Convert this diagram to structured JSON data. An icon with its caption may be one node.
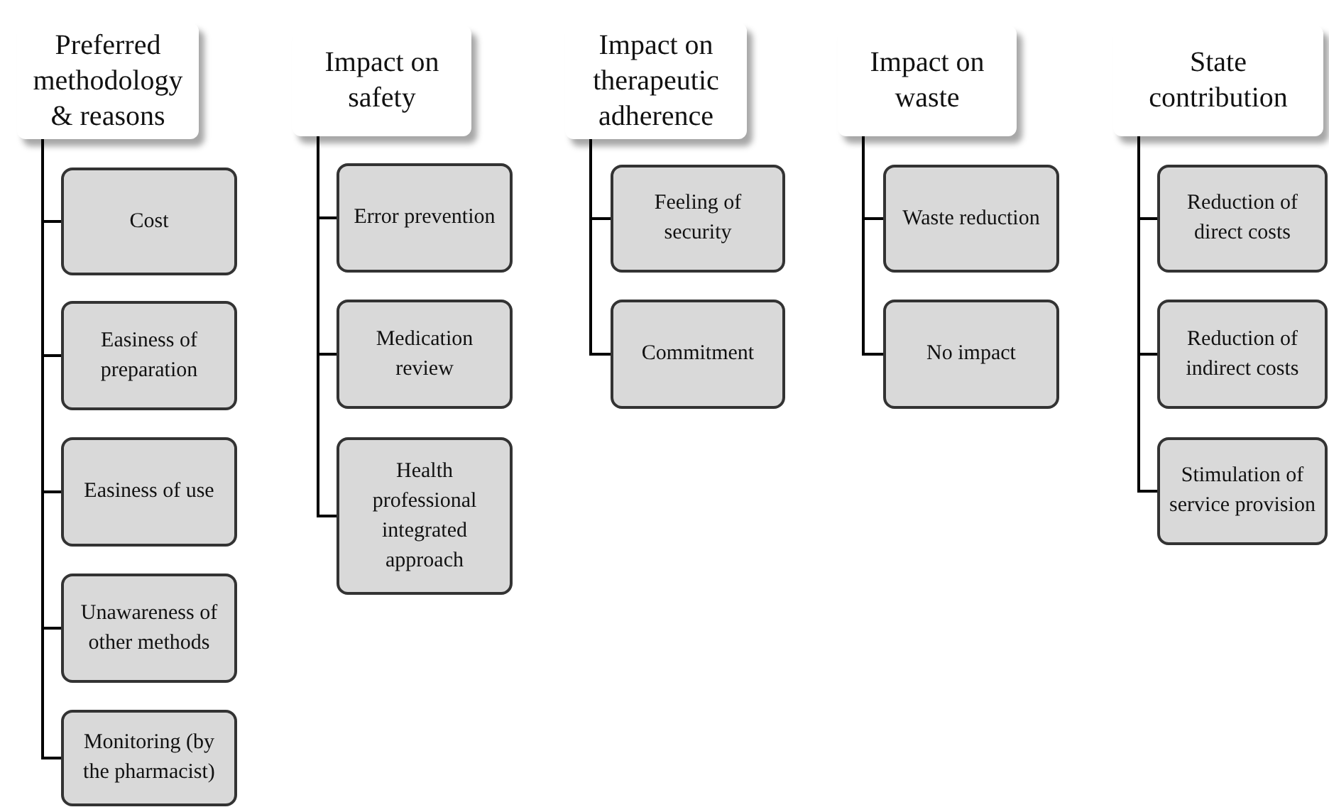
{
  "diagram": {
    "nodes": [
      {
        "text": [
          "Preferred methodology & reasons"
        ]
      },
      {
        "text": [
          "Cost"
        ]
      },
      {
        "text": [
          "Easiness of preparation"
        ]
      },
      {
        "text": [
          "Easiness of use"
        ]
      },
      {
        "text": [
          "Unawareness of other methods"
        ]
      },
      {
        "text": [
          "Monitoring (by the pharmacist)"
        ]
      },
      {
        "text": [
          "Impact on safety"
        ]
      },
      {
        "text": [
          "Error prevention"
        ]
      },
      {
        "text": [
          "Medication review"
        ]
      },
      {
        "text": [
          "Health professional integrated approach"
        ]
      },
      {
        "text": [
          "Impact on therapeutic adherence"
        ]
      },
      {
        "text": [
          "Feeling of security"
        ]
      },
      {
        "text": [
          "Commitment"
        ]
      },
      {
        "text": [
          "Impact on waste"
        ]
      },
      {
        "text": [
          "Waste reduction"
        ]
      },
      {
        "text": [
          "No impact"
        ]
      },
      {
        "text": [
          "State contribution"
        ]
      },
      {
        "text": [
          "Reduction of direct costs"
        ]
      },
      {
        "text": [
          "Reduction of indirect costs"
        ]
      },
      {
        "text": [
          "Stimulation of service provision"
        ]
      }
    ],
    "edges": [
      {
        "from": 0,
        "to": 1,
        "arrow": "none"
      },
      {
        "from": 0,
        "to": 2,
        "arrow": "none"
      },
      {
        "from": 0,
        "to": 3,
        "arrow": "none"
      },
      {
        "from": 0,
        "to": 4,
        "arrow": "none"
      },
      {
        "from": 0,
        "to": 5,
        "arrow": "none"
      },
      {
        "from": 6,
        "to": 7,
        "arrow": "none"
      },
      {
        "from": 6,
        "to": 8,
        "arrow": "none"
      },
      {
        "from": 6,
        "to": 9,
        "arrow": "none"
      },
      {
        "from": 10,
        "to": 11,
        "arrow": "none"
      },
      {
        "from": 10,
        "to": 12,
        "arrow": "none"
      },
      {
        "from": 13,
        "to": 14,
        "arrow": "none"
      },
      {
        "from": 13,
        "to": 15,
        "arrow": "none"
      },
      {
        "from": 16,
        "to": 17,
        "arrow": "none"
      },
      {
        "from": 16,
        "to": 18,
        "arrow": "none"
      },
      {
        "from": 16,
        "to": 19,
        "arrow": "none"
      }
    ]
  }
}
